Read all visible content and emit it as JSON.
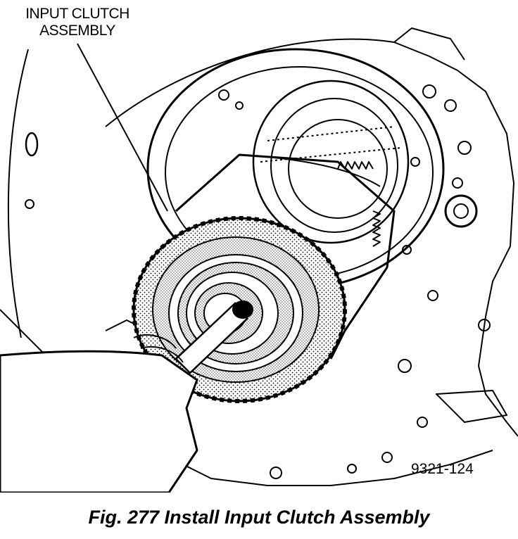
{
  "callout": {
    "line1": "INPUT CLUTCH",
    "line2": "ASSEMBLY"
  },
  "figure_code": "9321-124",
  "caption": "Fig. 277 Install Input Clutch Assembly"
}
